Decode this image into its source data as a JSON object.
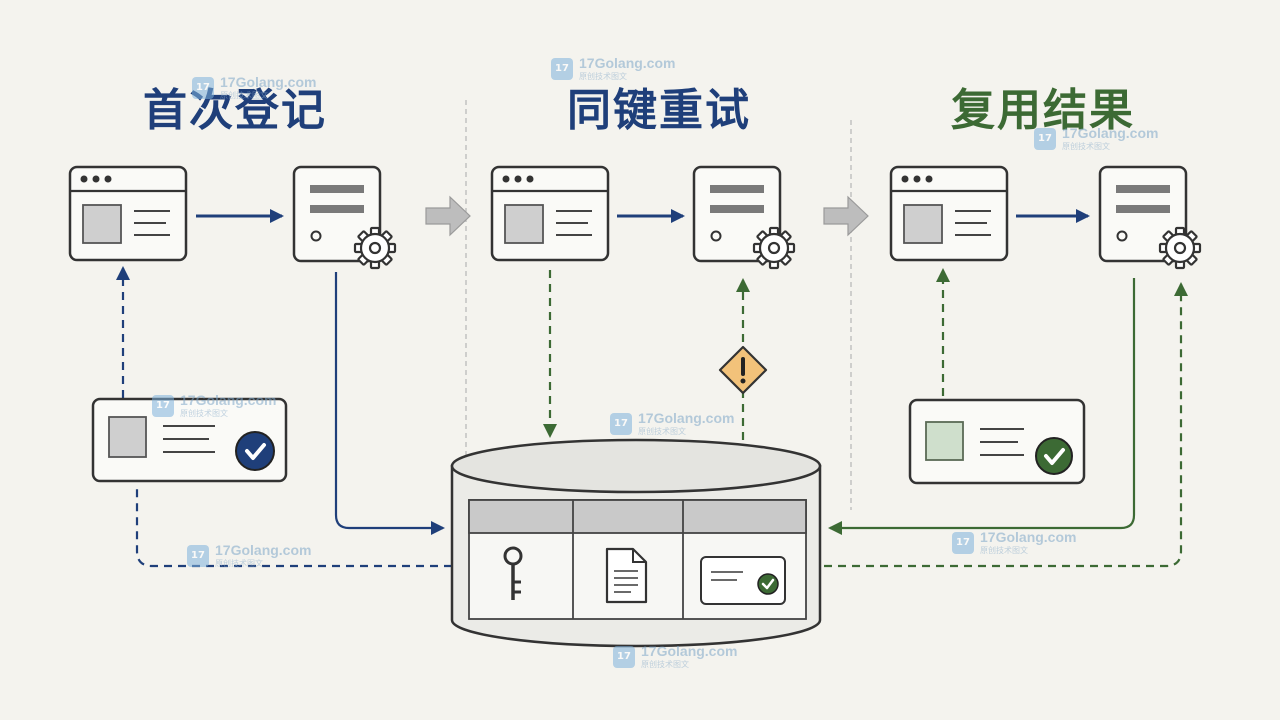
{
  "sections": [
    {
      "title": "首次登记",
      "color": "#1f3f7a"
    },
    {
      "title": "同键重试",
      "color": "#1f3f7a"
    },
    {
      "title": "复用结果",
      "color": "#3c6a34"
    }
  ],
  "colors": {
    "blue": "#1f3f7a",
    "green": "#3c6a34",
    "outline": "#333333",
    "warning": "#f2c27a",
    "stage_arrow": "#bdbdbd",
    "background": "#f4f3ee"
  },
  "icons": {
    "client": "browser-window-icon",
    "server": "server-gear-icon",
    "record": "record-card-check-icon",
    "store": "database-cylinder-icon",
    "key": "key-icon",
    "document": "document-icon",
    "warning": "warning-icon"
  },
  "watermark": {
    "site": "17Golang.com",
    "subtitle": "原创技术图文",
    "badge": "17"
  }
}
